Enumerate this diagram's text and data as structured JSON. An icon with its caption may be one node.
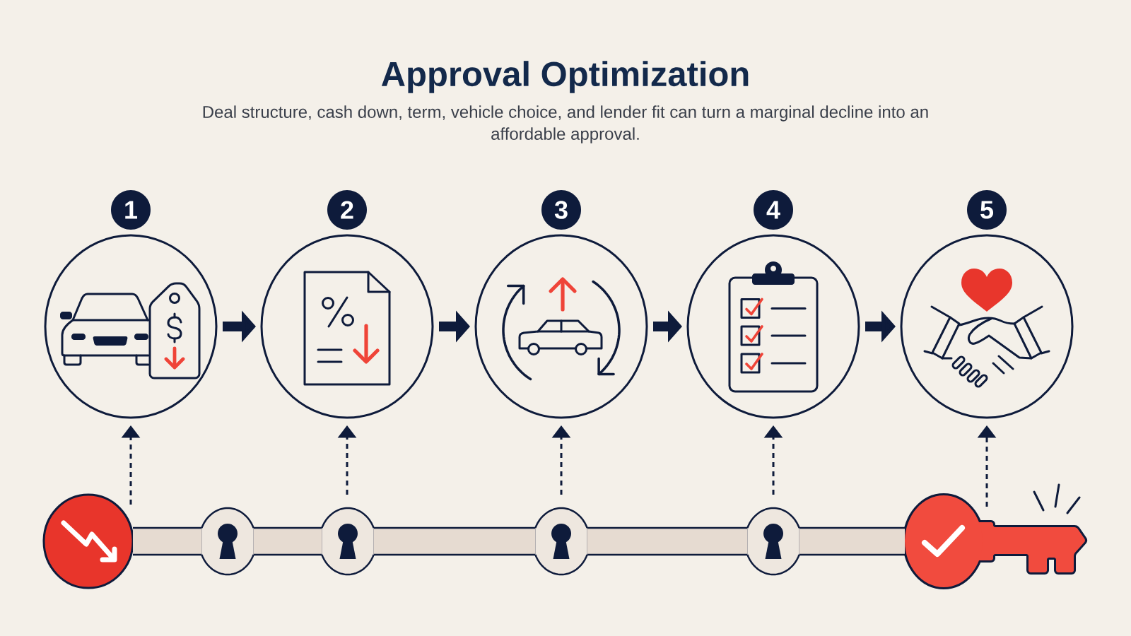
{
  "diagram": {
    "title": "Approval Optimization",
    "caption": "Deal structure, cash down, term, vehicle choice, and lender fit can turn a marginal decline into an affordable approval.",
    "nodes": [
      {
        "text": [
          "1"
        ]
      },
      {
        "text": [
          "2"
        ]
      },
      {
        "text": [
          "3"
        ]
      },
      {
        "text": [
          "4"
        ]
      },
      {
        "text": [
          "5"
        ]
      },
      {
        "text": [],
        "shape": "circle"
      },
      {
        "text": [],
        "shape": "circle"
      },
      {
        "text": [],
        "shape": "circle"
      },
      {
        "text": [],
        "shape": "circle"
      },
      {
        "text": [],
        "shape": "circle"
      },
      {
        "text": [],
        "shape": "picture"
      }
    ],
    "edges": [
      {
        "from": 0,
        "to": 1,
        "arrow": "to"
      },
      {
        "from": 1,
        "to": 2,
        "arrow": "to"
      },
      {
        "from": 2,
        "to": 3,
        "arrow": "to"
      },
      {
        "from": 3,
        "to": 4,
        "arrow": "to"
      },
      {
        "from": 5,
        "to": 0,
        "arrow": "to",
        "style": "dashed"
      },
      {
        "from": 7,
        "to": 1,
        "arrow": "to",
        "style": "dashed"
      },
      {
        "from": 8,
        "to": 2,
        "arrow": "to",
        "style": "dashed"
      },
      {
        "from": 9,
        "to": 3,
        "arrow": "to",
        "style": "dashed"
      },
      {
        "from": 10,
        "to": 4,
        "arrow": "to",
        "style": "dashed"
      },
      {
        "from": 5,
        "to": 6,
        "arrow": "none",
        "style": "thick"
      },
      {
        "from": 6,
        "to": 7,
        "arrow": "none",
        "style": "thick"
      },
      {
        "from": 7,
        "to": 8,
        "arrow": "none",
        "style": "thick"
      },
      {
        "from": 8,
        "to": 9,
        "arrow": "none",
        "style": "thick"
      },
      {
        "from": 9,
        "to": 10,
        "arrow": "none",
        "style": "thick"
      }
    ]
  }
}
